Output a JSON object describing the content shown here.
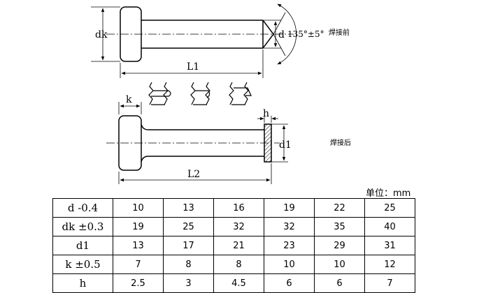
{
  "drawing_before": {
    "dk_label": "dk",
    "d_label": "d",
    "angle_label": "135°±5°",
    "length_label": "L1",
    "caption": "焊接前"
  },
  "drawing_after": {
    "k_label": "k",
    "h_label": "h",
    "d1_label": "d1",
    "length_label": "L2",
    "caption": "焊接后"
  },
  "unit_note": "单位：mm",
  "spec_table": [
    {
      "param": "d -0.4",
      "values": [
        "10",
        "13",
        "16",
        "19",
        "22",
        "25"
      ]
    },
    {
      "param": "dk ±0.3",
      "values": [
        "19",
        "25",
        "32",
        "32",
        "35",
        "40"
      ]
    },
    {
      "param": "d1",
      "values": [
        "13",
        "17",
        "21",
        "23",
        "29",
        "31"
      ]
    },
    {
      "param": "k ±0.5",
      "values": [
        "7",
        "8",
        "8",
        "10",
        "10",
        "12"
      ]
    },
    {
      "param": "h",
      "values": [
        "2.5",
        "3",
        "4.5",
        "6",
        "6",
        "7"
      ]
    }
  ]
}
